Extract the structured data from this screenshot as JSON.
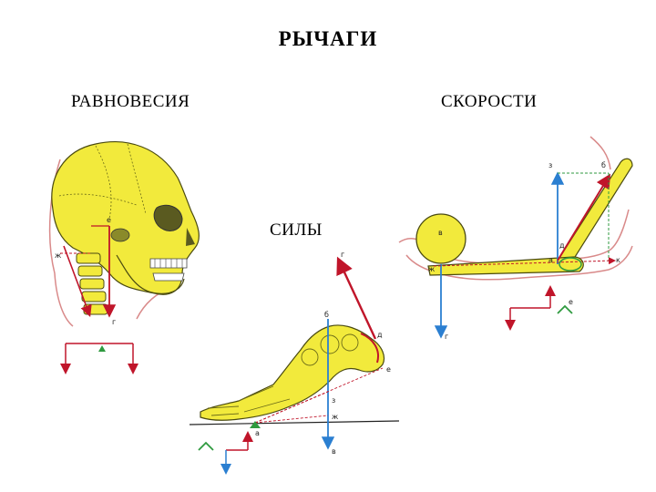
{
  "title": "РЫЧАГИ",
  "sections": {
    "balance": "РАВНОВЕСИЯ",
    "speed": "СКОРОСТИ",
    "force": "СИЛЫ"
  },
  "point_labels": {
    "skull": [
      "е",
      "ж",
      "г"
    ],
    "arm": [
      "з",
      "б",
      "в",
      "д",
      "а",
      "к",
      "ж",
      "г",
      "е"
    ],
    "foot": [
      "г",
      "б",
      "д",
      "е",
      "з",
      "ж",
      "а",
      "в"
    ]
  },
  "colors": {
    "bone": "#f2ea3c",
    "bone_outline": "#4a4a10",
    "force_arrow": "#c0152a",
    "axis_arrow": "#2b7fd1",
    "guide_green": "#2f9a3f",
    "skin": "#d98a8a"
  }
}
